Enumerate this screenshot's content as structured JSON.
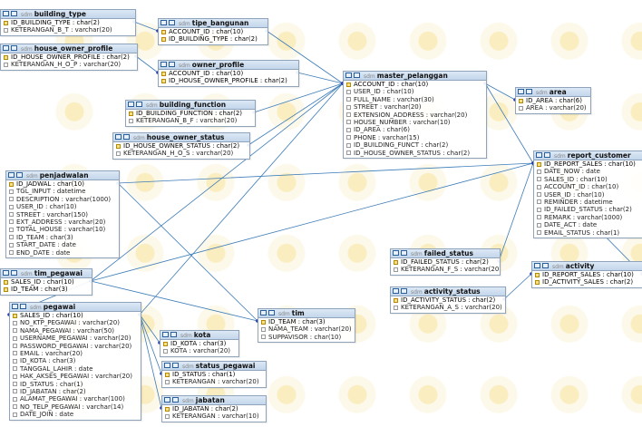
{
  "tables": [
    {
      "id": "building_type",
      "title": "building_type",
      "db": "sdm",
      "rows": [
        {
          "name": "ID_BUILDING_TYPE : char(2)",
          "key": true
        },
        {
          "name": "KETERANGAN_B_T : varchar(20)"
        }
      ]
    },
    {
      "id": "tipe_bangunan",
      "title": "tipe_bangunan",
      "db": "sdm",
      "rows": [
        {
          "name": "ACCOUNT_ID : char(10)",
          "key": true
        },
        {
          "name": "ID_BUILDING_TYPE : char(2)",
          "key": true
        }
      ]
    },
    {
      "id": "house_owner_profile",
      "title": "house_owner_profile",
      "db": "sdm",
      "rows": [
        {
          "name": "ID_HOUSE_OWNER_PROFILE : char(2)",
          "key": true
        },
        {
          "name": "KETERANGAN_H_O_P : varchar(20)"
        }
      ]
    },
    {
      "id": "owner_profile",
      "title": "owner_profile",
      "db": "sdm",
      "rows": [
        {
          "name": "ACCOUNT_ID : char(10)",
          "key": true
        },
        {
          "name": "ID_HOUSE_OWNER_PROFILE : char(2)",
          "key": true
        }
      ]
    },
    {
      "id": "master_pelanggan",
      "title": "master_pelanggan",
      "db": "sdm",
      "rows": [
        {
          "name": "ACCOUNT_ID : char(10)",
          "key": true
        },
        {
          "name": "USER_ID : char(10)"
        },
        {
          "name": "FULL_NAME : varchar(30)"
        },
        {
          "name": "STREET : varchar(20)"
        },
        {
          "name": "EXTENSION_ADDRESS : varchar(20)"
        },
        {
          "name": "HOUSE_NUMBER : varchar(10)"
        },
        {
          "name": "ID_AREA : char(6)"
        },
        {
          "name": "PHONE : varchar(15)"
        },
        {
          "name": "ID_BUILDING_FUNCT : char(2)"
        },
        {
          "name": "ID_HOUSE_OWNER_STATUS : char(2)"
        }
      ]
    },
    {
      "id": "area",
      "title": "area",
      "db": "sdm",
      "rows": [
        {
          "name": "ID_AREA : char(6)",
          "key": true
        },
        {
          "name": "AREA : varchar(20)"
        }
      ]
    },
    {
      "id": "building_function",
      "title": "building_function",
      "db": "sdm",
      "rows": [
        {
          "name": "ID_BUILDING_FUNCTION : char(2)",
          "key": true
        },
        {
          "name": "KETERANGAN_B_F : varchar(20)"
        }
      ]
    },
    {
      "id": "house_owner_status",
      "title": "house_owner_status",
      "db": "sdm",
      "rows": [
        {
          "name": "ID_HOUSE_OWNER_STATUS : char(2)",
          "key": true
        },
        {
          "name": "KETERANGAN_H_O_S : varchar(20)"
        }
      ]
    },
    {
      "id": "report_customer",
      "title": "report_customer",
      "db": "sdm",
      "rows": [
        {
          "name": "ID_REPORT_SALES : char(10)",
          "key": true
        },
        {
          "name": "DATE_NOW : date"
        },
        {
          "name": "SALES_ID : char(10)"
        },
        {
          "name": "ACCOUNT_ID : char(10)"
        },
        {
          "name": "USER_ID : char(10)"
        },
        {
          "name": "REMINDER : datetime"
        },
        {
          "name": "ID_FAILED_STATUS : char(2)"
        },
        {
          "name": "REMARK : varchar(1000)"
        },
        {
          "name": "DATE_ACT : date"
        },
        {
          "name": "EMAIL_STATUS : char(1)"
        }
      ]
    },
    {
      "id": "penjadwalan",
      "title": "penjadwalan",
      "db": "sdm",
      "rows": [
        {
          "name": "ID_JADWAL : char(10)",
          "key": true
        },
        {
          "name": "TGL_INPUT : datetime"
        },
        {
          "name": "DESCRIPTION : varchar(1000)"
        },
        {
          "name": "USER_ID : char(10)"
        },
        {
          "name": "STREET : varchar(150)"
        },
        {
          "name": "EXT_ADDRESS : varchar(20)"
        },
        {
          "name": "TOTAL_HOUSE : varchar(10)"
        },
        {
          "name": "ID_TEAM : char(3)"
        },
        {
          "name": "START_DATE : date"
        },
        {
          "name": "END_DATE : date"
        }
      ]
    },
    {
      "id": "failed_status",
      "title": "failed_status",
      "db": "sdm",
      "rows": [
        {
          "name": "ID_FAILED_STATUS : char(2)",
          "key": true
        },
        {
          "name": "KETERANGAN_F_S : varchar(20)"
        }
      ]
    },
    {
      "id": "activity",
      "title": "activity",
      "db": "sdm",
      "rows": [
        {
          "name": "ID_REPORT_SALES : char(10)",
          "key": true
        },
        {
          "name": "ID_ACTIVITY_SALES : char(2)",
          "key": true
        }
      ]
    },
    {
      "id": "tim_pegawai",
      "title": "tim_pegawai",
      "db": "sdm",
      "rows": [
        {
          "name": "SALES_ID : char(10)",
          "key": true
        },
        {
          "name": "ID_TEAM : char(3)",
          "key": true
        }
      ]
    },
    {
      "id": "activity_status",
      "title": "activity_status",
      "db": "sdm",
      "rows": [
        {
          "name": "ID_ACTIVITY_STATUS : char(2)",
          "key": true
        },
        {
          "name": "KETERANGAN_A_S : varchar(20)"
        }
      ]
    },
    {
      "id": "pegawai",
      "title": "pegawai",
      "db": "sdm",
      "rows": [
        {
          "name": "SALES_ID : char(10)",
          "key": true
        },
        {
          "name": "NO_KTP_PEGAWAI : varchar(20)"
        },
        {
          "name": "NAMA_PEGAWAI : varchar(50)"
        },
        {
          "name": "USERNAME_PEGAWAI : varchar(20)"
        },
        {
          "name": "PASSWORD_PEGAWAI : varchar(20)"
        },
        {
          "name": "EMAIL : varchar(20)"
        },
        {
          "name": "ID_KOTA : char(3)"
        },
        {
          "name": "TANGGAL_LAHIR : date"
        },
        {
          "name": "HAK_AKSES_PEGAWAI : varchar(20)"
        },
        {
          "name": "ID_STATUS : char(1)"
        },
        {
          "name": "ID_JABATAN : char(2)"
        },
        {
          "name": "ALAMAT_PEGAWAI : varchar(100)"
        },
        {
          "name": "NO_TELP_PEGAWAI : varchar(14)"
        },
        {
          "name": "DATE_JOIN : date"
        }
      ]
    },
    {
      "id": "tim",
      "title": "tim",
      "db": "sdm",
      "rows": [
        {
          "name": "ID_TEAM : char(3)",
          "key": true
        },
        {
          "name": "NAMA_TEAM : varchar(20)"
        },
        {
          "name": "SUPPAVISOR : char(10)"
        }
      ]
    },
    {
      "id": "kota",
      "title": "kota",
      "db": "sdm",
      "rows": [
        {
          "name": "ID_KOTA : char(3)",
          "key": true
        },
        {
          "name": "KOTA : varchar(20)"
        }
      ]
    },
    {
      "id": "status_pegawai",
      "title": "status_pegawai",
      "db": "sdm",
      "rows": [
        {
          "name": "ID_STATUS : char(1)",
          "key": true
        },
        {
          "name": "KETERANGAN : varchar(20)"
        }
      ]
    },
    {
      "id": "jabatan",
      "title": "jabatan",
      "db": "sdm",
      "rows": [
        {
          "name": "ID_JABATAN : char(2)",
          "key": true
        },
        {
          "name": "KETERANGAN : varchar(10)"
        }
      ]
    }
  ],
  "relations": [
    [
      "building_type",
      "tipe_bangunan"
    ],
    [
      "tipe_bangunan",
      "master_pelanggan"
    ],
    [
      "house_owner_profile",
      "owner_profile"
    ],
    [
      "owner_profile",
      "master_pelanggan"
    ],
    [
      "building_function",
      "master_pelanggan"
    ],
    [
      "house_owner_status",
      "master_pelanggan"
    ],
    [
      "area",
      "master_pelanggan"
    ],
    [
      "master_pelanggan",
      "report_customer"
    ],
    [
      "penjadwalan",
      "tim"
    ],
    [
      "penjadwalan",
      "report_customer"
    ],
    [
      "failed_status",
      "report_customer"
    ],
    [
      "activity",
      "report_customer"
    ],
    [
      "activity_status",
      "activity"
    ],
    [
      "tim_pegawai",
      "tim"
    ],
    [
      "tim_pegawai",
      "pegawai"
    ],
    [
      "tim_pegawai",
      "report_customer"
    ],
    [
      "tim_pegawai",
      "master_pelanggan"
    ],
    [
      "pegawai",
      "kota"
    ],
    [
      "pegawai",
      "status_pegawai"
    ],
    [
      "pegawai",
      "jabatan"
    ],
    [
      "pegawai",
      "master_pelanggan"
    ]
  ],
  "colors": {
    "header": "#c3d6ec",
    "border": "#8fa4bb",
    "line": "#3d7cb8",
    "endpoint": "#2a3fa8"
  }
}
